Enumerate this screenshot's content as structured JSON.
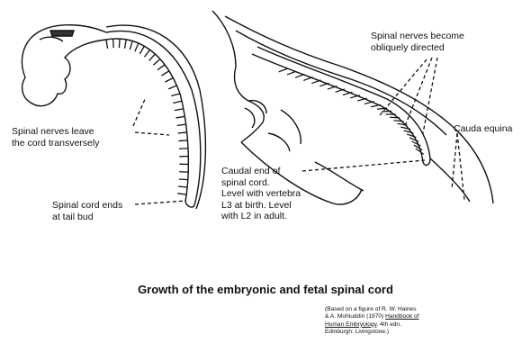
{
  "labels": {
    "nerves_leave": "Spinal nerves leave\nthe cord transversely",
    "cord_ends": "Spinal cord ends\nat tail bud",
    "oblique": "Spinal nerves become\nobliquely directed",
    "cauda": "Cauda equina",
    "caudal_end": "Caudal end of\nspinal cord.\nLevel with vertebra\nL3 at birth.  Level\nwith L2 in adult."
  },
  "caption": "Growth of the embryonic and fetal spinal cord",
  "credit": {
    "line1": "(Based on a figure of R. W. Haines",
    "line2a": "& A. Mohiuddin (1970) ",
    "line2b": "Handbook of",
    "line3": "Human Embryology",
    "line3b": ". 4th edn.",
    "line4": "Edinburgh: Livingstone.)"
  }
}
